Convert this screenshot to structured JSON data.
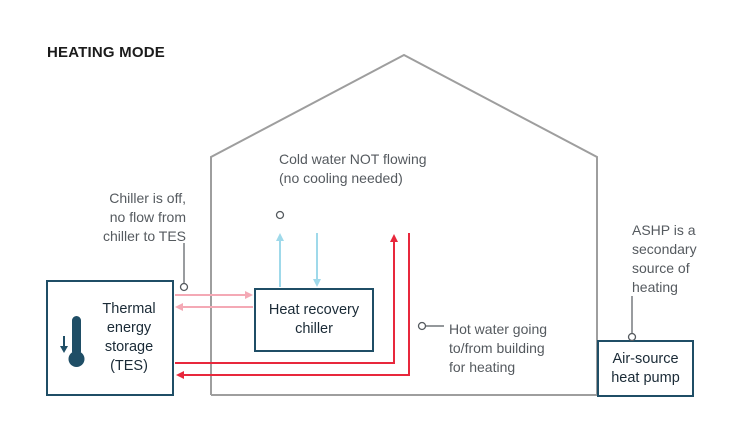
{
  "title": "HEATING MODE",
  "boxes": {
    "tes": [
      "Thermal",
      "energy",
      "storage",
      "(TES)"
    ],
    "chiller": [
      "Heat recovery",
      "chiller"
    ],
    "ashp": [
      "Air-source",
      "heat pump"
    ]
  },
  "annotations": {
    "cold_water": [
      "Cold water NOT flowing",
      "(no cooling needed)"
    ],
    "chiller_off": [
      "Chiller is off,",
      "no flow from",
      "chiller to TES"
    ],
    "ashp_secondary": [
      "ASHP is a",
      "secondary",
      "source of",
      "heating"
    ],
    "hot_water": [
      "Hot water going",
      "to/from building",
      "for heating"
    ]
  },
  "colors": {
    "house_outline": "#9e9e9e",
    "box_border": "#1f4e66",
    "hot_water": "#e8283c",
    "hot_water_inactive": "#f4a9b5",
    "cold_water_inactive": "#9fd9ea",
    "callout": "#555a5f"
  },
  "icons": {
    "tes": "thermometer-down-icon"
  }
}
